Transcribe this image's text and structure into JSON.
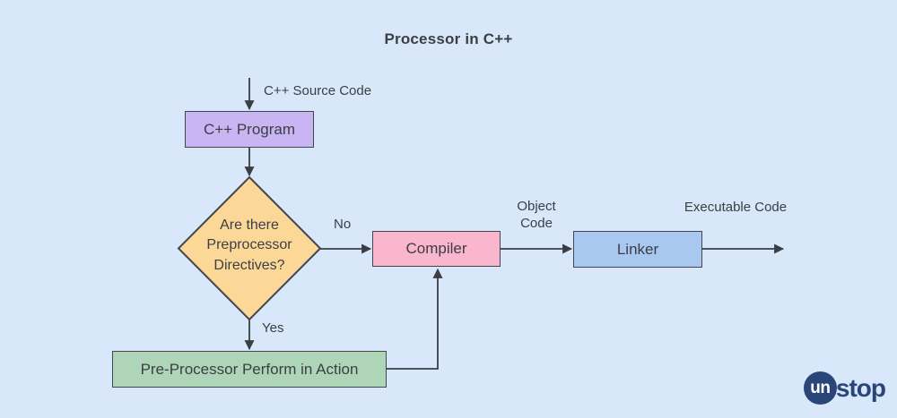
{
  "title": "Processor in C++",
  "colors": {
    "background": "#d8e8fa",
    "border": "#43464d",
    "arrow": "#3b3e44",
    "text": "#3b3e44",
    "node_program": "#c8b5f2",
    "node_decision": "#fcd898",
    "node_compiler": "#f9b6cd",
    "node_linker": "#a8c8f0",
    "node_preprocessor": "#aed5b8",
    "logo_blue": "#2a4679"
  },
  "nodes": {
    "cpp_program": "C++ Program",
    "decision": "Are there Preprocessor Directives?",
    "compiler": "Compiler",
    "linker": "Linker",
    "preprocessor_action": "Pre-Processor Perform in Action"
  },
  "edge_labels": {
    "source_code": "C++ Source Code",
    "no": "No",
    "yes": "Yes",
    "object_code": "Object Code",
    "executable_code": "Executable Code"
  },
  "logo": {
    "circle_text": "un",
    "rest_text": "stop"
  }
}
